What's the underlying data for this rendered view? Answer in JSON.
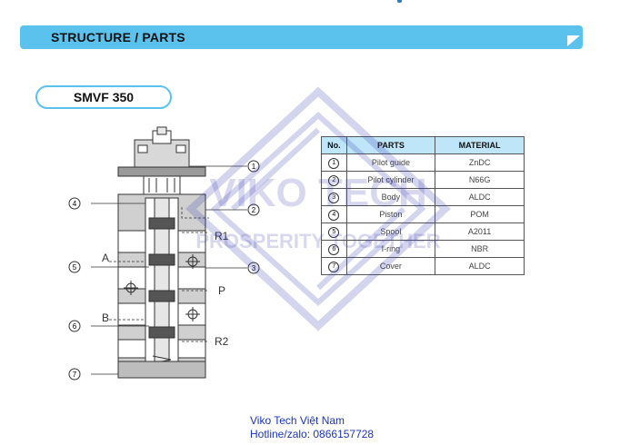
{
  "header": {
    "section_title": "STRUCTURE / PARTS"
  },
  "model": {
    "name": "SMVF 350"
  },
  "table": {
    "headers": [
      "No.",
      "PARTS",
      "MATERIAL"
    ],
    "rows": [
      {
        "no": "1",
        "part": "Pilot guide",
        "material": "ZnDC"
      },
      {
        "no": "2",
        "part": "Pilot cylinder",
        "material": "N66G"
      },
      {
        "no": "3",
        "part": "Body",
        "material": "ALDC"
      },
      {
        "no": "4",
        "part": "Piston",
        "material": "POM"
      },
      {
        "no": "5",
        "part": "Spool",
        "material": "A2011"
      },
      {
        "no": "6",
        "part": "I-ring",
        "material": "NBR"
      },
      {
        "no": "7",
        "part": "Cover",
        "material": "ALDC"
      }
    ]
  },
  "diagram": {
    "callouts": [
      "1",
      "2",
      "3",
      "4",
      "5",
      "6",
      "7"
    ],
    "ports": {
      "r1": "R1",
      "a": "A",
      "p": "P",
      "b": "B",
      "r2": "R2"
    }
  },
  "watermark": {
    "line1": "VIKO TECH",
    "line2": "PROSPERITY TOGETHER"
  },
  "footer": {
    "company": "Viko Tech Việt Nam",
    "hotline": "Hotline/zalo: 0866157728"
  },
  "colors": {
    "accent": "#5bc2ee",
    "table_header": "#bfe6f8",
    "footer_text": "#1a35b5"
  }
}
